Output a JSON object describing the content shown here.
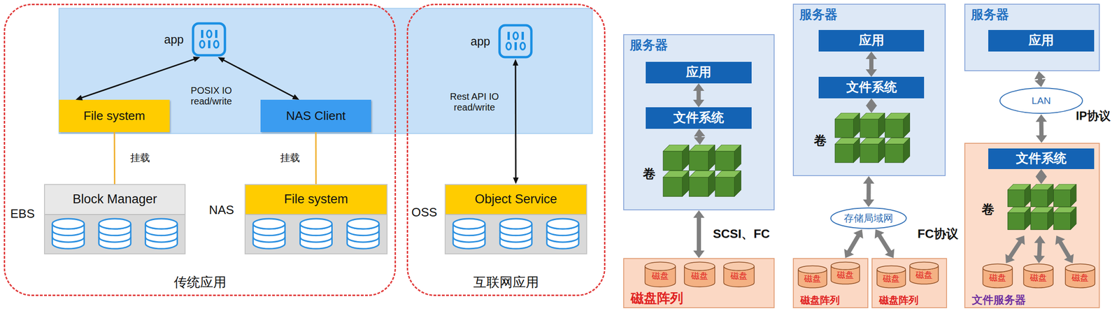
{
  "diagram": {
    "nodes": [
      {
        "text": [
          "传统应用"
        ]
      },
      {
        "text": [
          "app"
        ],
        "in": 0
      },
      {
        "text": [
          "File system"
        ],
        "in": 0
      },
      {
        "text": [
          "NAS Client"
        ],
        "in": 0
      },
      {
        "text": [
          "Block Manager"
        ],
        "in": 0
      },
      {
        "text": [
          "File system"
        ],
        "in": 0
      },
      {
        "text": [
          "互联网应用"
        ]
      },
      {
        "text": [
          "app"
        ],
        "in": 6
      },
      {
        "text": [
          "Object Service"
        ],
        "in": 6
      },
      {
        "text": [
          "服务器"
        ]
      },
      {
        "text": [
          "应用"
        ],
        "in": 9
      },
      {
        "text": [
          "文件系统"
        ],
        "in": 9
      },
      {
        "text": [
          "卷"
        ],
        "in": 9
      },
      {
        "text": [
          "磁盘阵列"
        ]
      },
      {
        "text": [
          "磁盘"
        ],
        "in": 13
      },
      {
        "text": [
          "磁盘"
        ],
        "in": 13
      },
      {
        "text": [
          "磁盘"
        ],
        "in": 13
      },
      {
        "text": [
          "服务器"
        ]
      },
      {
        "text": [
          "应用"
        ],
        "in": 17
      },
      {
        "text": [
          "文件系统"
        ],
        "in": 17
      },
      {
        "text": [
          "卷"
        ],
        "in": 17
      },
      {
        "text": [
          "存储局域网"
        ]
      },
      {
        "text": [
          "磁盘阵列"
        ]
      },
      {
        "text": [
          "磁盘"
        ],
        "in": 22
      },
      {
        "text": [
          "磁盘"
        ],
        "in": 22
      },
      {
        "text": [
          "磁盘阵列"
        ]
      },
      {
        "text": [
          "磁盘"
        ],
        "in": 25
      },
      {
        "text": [
          "磁盘"
        ],
        "in": 25
      },
      {
        "text": [
          "服务器"
        ]
      },
      {
        "text": [
          "应用"
        ],
        "in": 28
      },
      {
        "text": [
          "LAN"
        ]
      },
      {
        "text": [
          "文件服务器"
        ]
      },
      {
        "text": [
          "文件系统"
        ],
        "in": 31
      },
      {
        "text": [
          "卷"
        ],
        "in": 31
      },
      {
        "text": [
          "磁盘"
        ],
        "in": 31
      },
      {
        "text": [
          "磁盘"
        ],
        "in": 31
      },
      {
        "text": [
          "磁盘"
        ],
        "in": 31
      }
    ],
    "edges": [
      {
        "from": 2,
        "to": 1,
        "arrow": "both"
      },
      {
        "from": 3,
        "to": 1,
        "arrow": "both"
      },
      {
        "from": 2,
        "to": 4,
        "arrow": "none",
        "label": "挂载"
      },
      {
        "from": 3,
        "to": 5,
        "arrow": "none",
        "label": "挂载"
      },
      {
        "from": 8,
        "to": 7,
        "arrow": "both",
        "label": "Rest API IO read/write"
      },
      {
        "from": 10,
        "to": 11,
        "arrow": "both"
      },
      {
        "from": 11,
        "to": 12,
        "arrow": "both"
      },
      {
        "from": 9,
        "to": 13,
        "arrow": "both",
        "label": "SCSI、FC"
      },
      {
        "from": 18,
        "to": 19,
        "arrow": "both"
      },
      {
        "from": 19,
        "to": 20,
        "arrow": "both"
      },
      {
        "from": 17,
        "to": 21,
        "arrow": "both"
      },
      {
        "from": 21,
        "to": 22,
        "arrow": "both"
      },
      {
        "from": 21,
        "to": 25,
        "arrow": "both"
      },
      {
        "from": 28,
        "to": 30,
        "arrow": "both"
      },
      {
        "from": 30,
        "to": 31,
        "arrow": "both"
      },
      {
        "from": 32,
        "to": 33,
        "arrow": "both"
      },
      {
        "from": 33,
        "to": 34,
        "arrow": "both"
      },
      {
        "from": 33,
        "to": 35,
        "arrow": "both"
      },
      {
        "from": 33,
        "to": 36,
        "arrow": "both"
      }
    ],
    "labels": [
      "POSIX IO read/write",
      "EBS",
      "NAS",
      "OSS",
      "FC协议",
      "IP协议"
    ]
  }
}
